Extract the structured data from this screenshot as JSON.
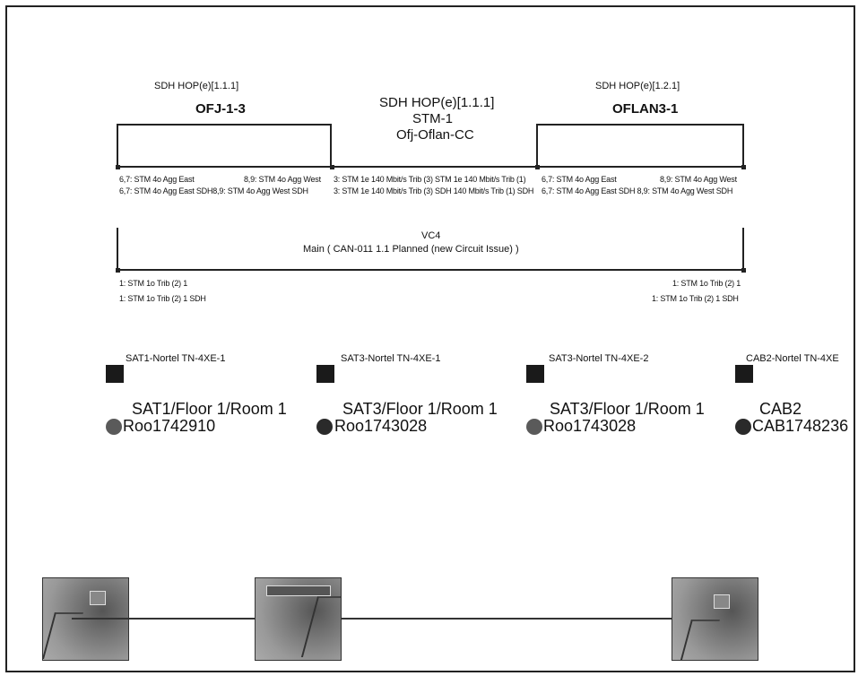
{
  "left_block": {
    "type": "SDH HOP(e)[1.1.1]",
    "name": "OFJ-1-3"
  },
  "middle_block": {
    "type": "SDH HOP(e)[1.1.1]",
    "rate": "STM-1",
    "name": "Ofj-Oflan-CC"
  },
  "right_block": {
    "type": "SDH HOP(e)[1.2.1]",
    "name": "OFLAN3-1"
  },
  "ports": {
    "left_row1_a": "6,7: STM 4o Agg East",
    "left_row1_b": "8,9: STM 4o Agg West",
    "left_row2": "6,7: STM 4o Agg East SDH8,9: STM 4o Agg West SDH",
    "mid_row1": "3: STM 1e 140 Mbit/s Trib (3) STM 1e 140 Mbit/s Trib (1)",
    "mid_row2": "3: STM 1e 140 Mbit/s Trib (3) SDH 140 Mbit/s Trib (1) SDH",
    "right_row1_a": "6,7: STM 4o Agg East",
    "right_row1_b": "8,9: STM 4o Agg West",
    "right_row2": "6,7: STM 4o Agg East SDH 8,9: STM 4o Agg West SDH"
  },
  "vc4": {
    "label": "VC4",
    "description": "Main ( CAN-011 1.1 Planned (new Circuit Issue) )",
    "left_port_1": "1: STM 1o Trib (2) 1",
    "left_port_2": "1: STM 1o Trib (2) 1 SDH",
    "right_port_1": "1: STM 1o Trib (2) 1",
    "right_port_2": "1: STM 1o Trib (2) 1 SDH"
  },
  "sites": [
    {
      "device": "SAT1-Nortel TN-4XE-1",
      "location": "SAT1/Floor 1/Room 1",
      "room": "Roo1742910",
      "dot_style": "light"
    },
    {
      "device": "SAT3-Nortel TN-4XE-1",
      "location": "SAT3/Floor 1/Room 1",
      "room": "Roo1743028",
      "dot_style": "dark"
    },
    {
      "device": "SAT3-Nortel TN-4XE-2",
      "location": "SAT3/Floor 1/Room 1",
      "room": "Roo1743028",
      "dot_style": "light"
    },
    {
      "device": "CAB2-Nortel TN-4XE",
      "location": "CAB2",
      "room": "CAB1748236",
      "dot_style": "dark"
    }
  ],
  "colors": {
    "line": "#222222",
    "background": "#ffffff"
  }
}
